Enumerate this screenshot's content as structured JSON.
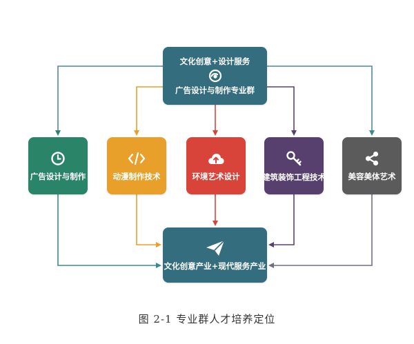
{
  "top_box": {
    "line1": "文化创意+设计服务",
    "line2": "广告设计与制作专业群",
    "color": "#346e7e",
    "icon": "eye-icon"
  },
  "majors": [
    {
      "label": "广告设计与制作",
      "color": "#2a8568",
      "icon": "clock-icon"
    },
    {
      "label": "动漫制作技术",
      "color": "#e8a02a",
      "icon": "code-icon"
    },
    {
      "label": "环境艺术设计",
      "color": "#d9443a",
      "icon": "cloud-upload-icon"
    },
    {
      "label": "建筑装饰工程技术",
      "color": "#57406e",
      "icon": "key-icon"
    },
    {
      "label": "美容美体艺术",
      "color": "#5b5b5b",
      "icon": "share-icon"
    }
  ],
  "bottom_box": {
    "label": "文化创意产业+现代服务产业",
    "color": "#346e7e",
    "icon": "paper-plane-icon"
  },
  "caption": "图 2-1 专业群人才培养定位"
}
